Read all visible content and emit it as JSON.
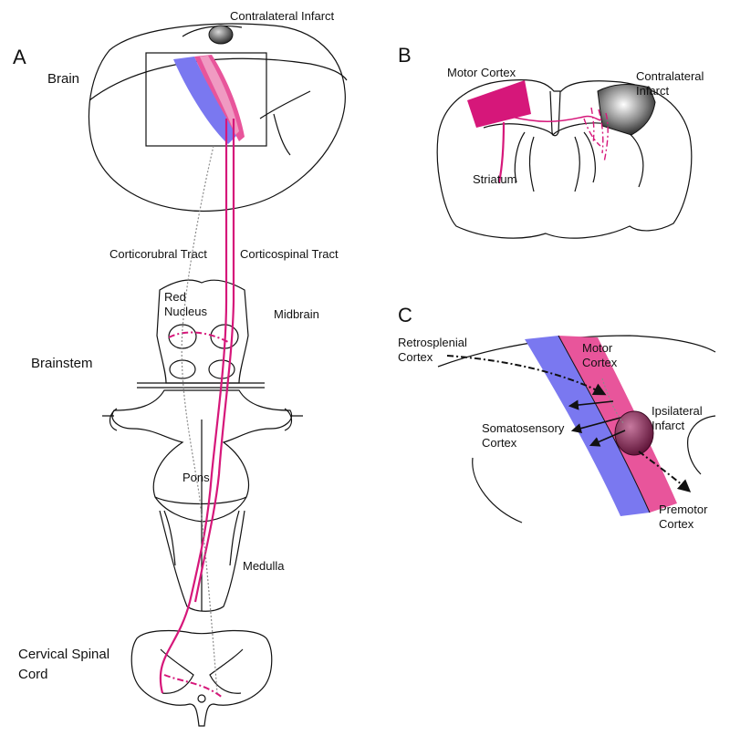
{
  "panels": {
    "a": "A",
    "b": "B",
    "c": "C"
  },
  "panel_a": {
    "contralateral_infarct": "Contralateral Infarct",
    "brain": "Brain",
    "corticorubral_tract": "Corticorubral Tract",
    "corticospinal_tract": "Corticospinal Tract",
    "red_nucleus_line1": "Red",
    "red_nucleus_line2": "Nucleus",
    "midbrain": "Midbrain",
    "brainstem": "Brainstem",
    "pons": "Pons",
    "medulla": "Medulla",
    "cervical_spinal_cord_line1": "Cervical Spinal",
    "cervical_spinal_cord_line2": "Cord"
  },
  "panel_b": {
    "motor_cortex": "Motor Cortex",
    "contralateral_line1": "Contralateral",
    "contralateral_line2": "Infarct",
    "striatum": "Striatum"
  },
  "panel_c": {
    "retrosplenial_line1": "Retrosplenial",
    "retrosplenial_line2": "Cortex",
    "motor_line1": "Motor",
    "motor_line2": "Cortex",
    "ipsilateral_line1": "Ipsilateral",
    "ipsilateral_line2": "Infarct",
    "somatosensory_line1": "Somatosensory",
    "somatosensory_line2": "Cortex",
    "premotor_line1": "Premotor",
    "premotor_line2": "Cortex"
  },
  "colors": {
    "motor_cortex": "#e8559b",
    "somatosensory_cortex": "#7a78f0",
    "corticospinal_tract": "#d6177a",
    "corticorubral_tract": "#8c8c8c"
  }
}
